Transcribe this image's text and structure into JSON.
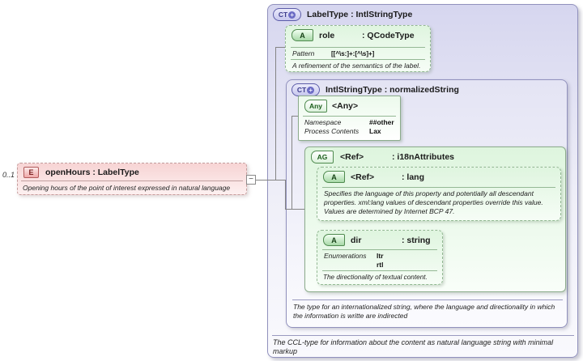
{
  "diagram": {
    "plus_glyph": "+",
    "toggle_glyph": "−",
    "element": {
      "cardinality": "0..1",
      "icon": "E",
      "title": "openHours : LabelType",
      "description": "Opening hours of the point of interest expressed in natural language"
    },
    "label_type": {
      "icon": "CT",
      "title": "LabelType : IntlStringType",
      "annotation": "The CCL-type for information about the content as natural language string with minimal markup",
      "role_attr": {
        "icon": "A",
        "name": "role",
        "type": ": QCodeType",
        "facet_label": "Pattern",
        "facet_value": "[[^\\s:]+:[^\\s]+]",
        "description": "A refinement of the semantics of the label."
      },
      "intl_string_type": {
        "icon": "CT",
        "title": "IntlStringType : normalizedString",
        "annotation": "The type for an internationalized string, where the language and directionality in which the information is writte are indirected",
        "any": {
          "icon": "Any",
          "title": "<Any>",
          "properties": [
            {
              "name": "Namespace",
              "value": "##other"
            },
            {
              "name": "Process Contents",
              "value": "Lax"
            }
          ]
        },
        "ref_group": {
          "icon": "AG",
          "name": "<Ref>",
          "type": ": i18nAttributes",
          "lang_attr": {
            "icon": "A",
            "name": "<Ref>",
            "type": ": lang",
            "description": "Specifies the language of this property and potentially all descendant properties. xml:lang values of descendant properties override this value. Values are determined by Internet BCP 47."
          },
          "dir_attr": {
            "icon": "A",
            "name": "dir",
            "type": ": string",
            "facet_label": "Enumerations",
            "facet_values": [
              "ltr",
              "rtl"
            ],
            "description": "The directionality of textual content."
          }
        }
      }
    }
  }
}
